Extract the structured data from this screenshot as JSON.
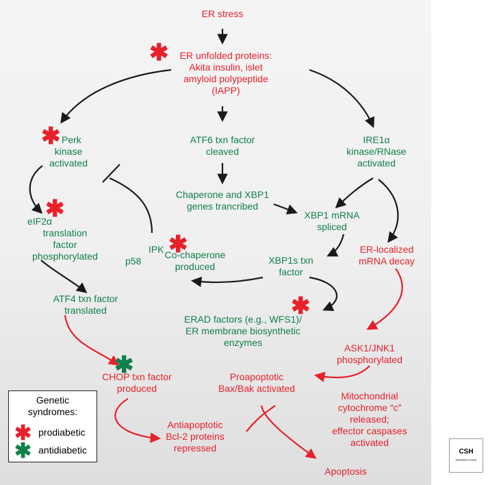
{
  "nodes": {
    "er_stress": "ER stress",
    "unfolded_1": "ER unfolded proteins:",
    "unfolded_2": "Akita insulin, islet",
    "unfolded_3": "amyloid polypeptide",
    "unfolded_4": "(IAPP)",
    "perk_1": "Perk",
    "perk_2": "kinase",
    "perk_3": "activated",
    "atf6_1": "ATF6 txn factor",
    "atf6_2": "cleaved",
    "ire1_1": "IRE1α",
    "ire1_2": "kinase/RNase",
    "ire1_3": "activated",
    "chap_1": "Chaperone and XBP1",
    "chap_2": "genes trancribed",
    "xbp1mrna_1": "XBP1 mRNA",
    "xbp1mrna_2": "spliced",
    "eif2a_1": "eIF2α",
    "eif2a_2": "translation",
    "eif2a_3": "factor",
    "eif2a_4": "phosphorylated",
    "p58ipk_1": "IPK",
    "p58ipk_2": "p58",
    "cochap_1": "Co-chaperone",
    "cochap_2": "produced",
    "xbp1s_1": "XBP1s txn",
    "xbp1s_2": "factor",
    "erdecay_1": "ER-localized",
    "erdecay_2": "mRNA decay",
    "atf4_1": "ATF4 txn factor",
    "atf4_2": "translated",
    "erad_1": "ERAD factors (e.g., WFS1)/",
    "erad_2": "ER membrane biosynthetic",
    "erad_3": "enzymes",
    "ask1_1": "ASK1/JNK1",
    "ask1_2": "phosphorylated",
    "chop_1": "CHOP txn factor",
    "chop_2": "produced",
    "bax_1": "Proapoptotic",
    "bax_2": "Bax/Bak activated",
    "mito_1": "Mitochondrial",
    "mito_2": "cytochrome “c”",
    "mito_3": "released;",
    "mito_4": "effector caspases",
    "mito_5": "activated",
    "bcl2_1": "Antiapoptotic",
    "bcl2_2": "Bcl-2 proteins",
    "bcl2_3": "repressed",
    "apoptosis": "Apoptosis"
  },
  "star_glyph": "✱",
  "legend": {
    "title_1": "Genetic",
    "title_2": "syndromes:",
    "prodiabetic": "prodiabetic",
    "antidiabetic": "antidiabetic",
    "prodiabetic_color": "#e8202a",
    "antidiabetic_color": "#10804a"
  },
  "colors": {
    "red_text": "#e8202a",
    "green_text": "#10804a",
    "black_arrow": "#1a1a1a",
    "red_arrow": "#e8202a"
  },
  "logo": {
    "main": "CSH",
    "sub": "PERSPECTIVES"
  }
}
